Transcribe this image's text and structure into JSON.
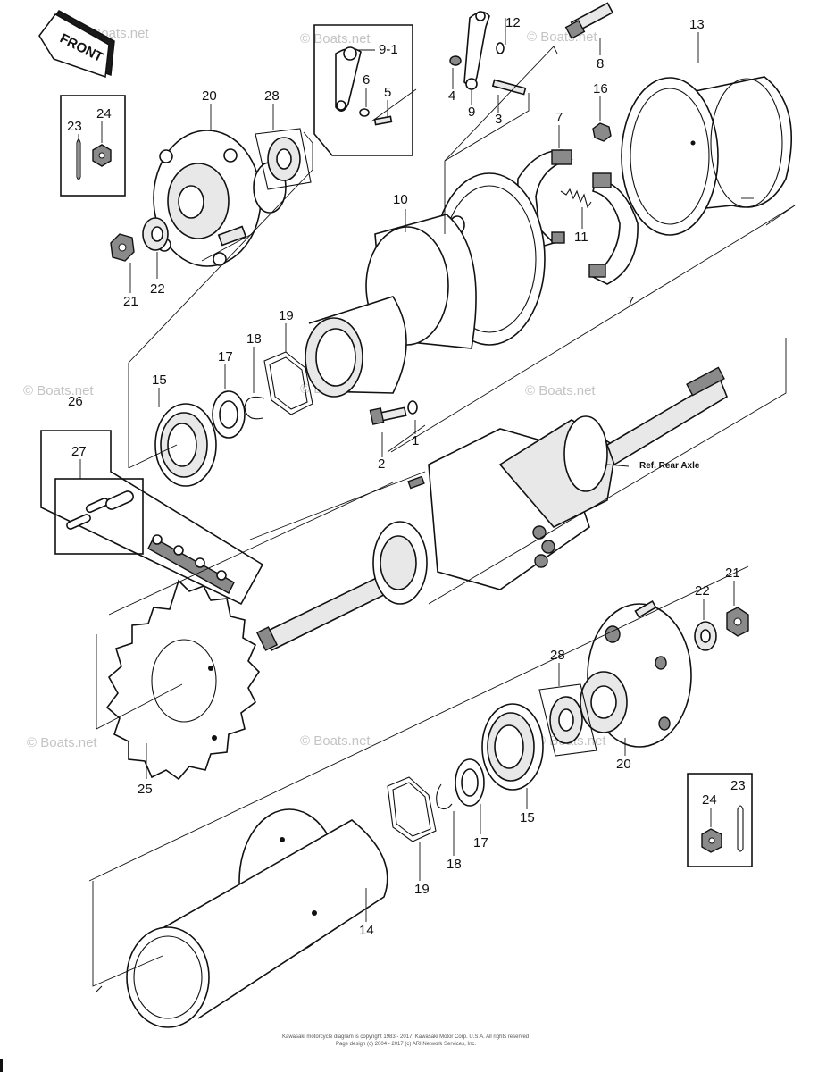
{
  "diagram": {
    "front_label": "FRONT",
    "ref_label": "Ref. Rear Axle",
    "watermark": "© Boats.net",
    "copyright_line1": "Kawasaki motorcycle diagram is copyright 1983 - 2017, Kawasaki Motor Corp. U.S.A. All rights reserved",
    "copyright_line2": "Page design (c) 2004 - 2017 (c) ARI Network Services, Inc.",
    "callouts": {
      "c1": "1",
      "c2": "2",
      "c3": "3",
      "c4": "4",
      "c5": "5",
      "c6": "6",
      "c7a": "7",
      "c7b": "7",
      "c8": "8",
      "c9": "9",
      "c9_1": "9-1",
      "c10": "10",
      "c11": "11",
      "c12": "12",
      "c13": "13",
      "c14": "14",
      "c15a": "15",
      "c15b": "15",
      "c16": "16",
      "c17a": "17",
      "c17b": "17",
      "c18a": "18",
      "c18b": "18",
      "c19a": "19",
      "c19b": "19",
      "c20a": "20",
      "c20b": "20",
      "c21a": "21",
      "c21b": "21",
      "c22a": "22",
      "c22b": "22",
      "c23a": "23",
      "c23b": "23",
      "c24a": "24",
      "c24b": "24",
      "c25": "25",
      "c26": "26",
      "c27": "27",
      "c28a": "28",
      "c28b": "28"
    }
  }
}
